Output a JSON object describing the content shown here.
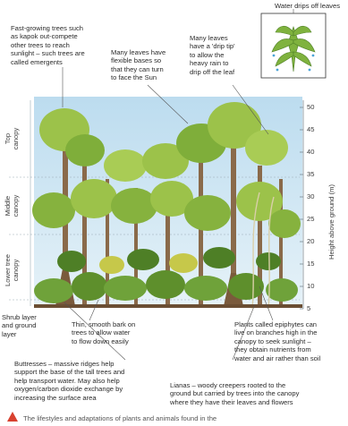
{
  "labels": {
    "emergents": "Fast-growing trees such\nas kapok out-compete\nother trees to reach\nsunlight – such trees are\ncalled emergents",
    "flexible_bases": "Many leaves have\nflexible bases so\nthat they can turn\nto face the Sun",
    "drip_tip": "Many leaves\nhave a 'drip tip'\nto allow the\nheavy rain to\ndrip off the leaf",
    "water_drips": "Water drips off leaves",
    "shrub_layer": "Shrub layer\nand ground\nlayer",
    "smooth_bark": "Thin, smooth bark on\ntrees to allow water\nto flow down easily",
    "epiphytes": "Plants called epiphytes can\nlive on branches high in the\ncanopy to seek sunlight –\nthey obtain nutrients from\nwater and air rather than soil",
    "buttresses": "Buttresses – massive ridges help\nsupport the base of the tall trees and\nhelp transport water. May also help\noxygen/carbon dioxide exchange by\nincreasing the surface area",
    "lianas": "Lianas – woody creepers rooted to the\nground but carried by trees into the canopy\nwhere they have their leaves and flowers",
    "footer": "The lifestyles and adaptations of plants and animals found in the"
  },
  "layers": {
    "top": "Top\ncanopy",
    "middle": "Middle\ncanopy",
    "lower": "Lower tree\ncanopy"
  },
  "scale": {
    "title": "Height above ground (m)",
    "ticks": [
      "50",
      "45",
      "40",
      "35",
      "30",
      "25",
      "20",
      "15",
      "10",
      "5"
    ]
  },
  "colors": {
    "sky": "#cfe6f3",
    "canopy_light": "#9cc24a",
    "canopy_mid": "#7fae3a",
    "canopy_dark": "#5e8f2c",
    "trunk": "#8a6a4a",
    "warning": "#d8412f"
  }
}
